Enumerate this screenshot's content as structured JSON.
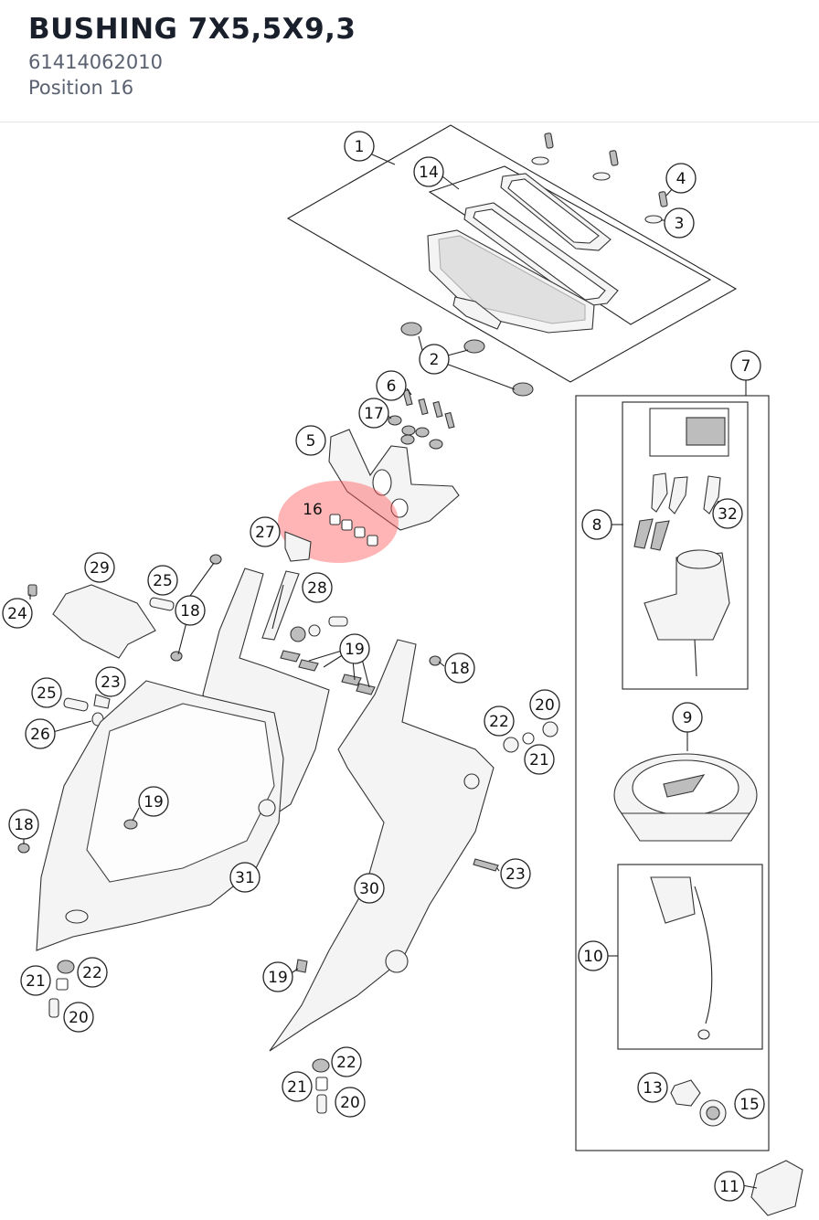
{
  "header": {
    "title": "BUSHING 7X5,5X9,3",
    "part_number": "61414062010",
    "position": "Position 16"
  },
  "highlight": {
    "label": "16",
    "color": "#ff5c5c"
  },
  "callouts": [
    {
      "id": "c1",
      "label": "1"
    },
    {
      "id": "c14",
      "label": "14"
    },
    {
      "id": "c4",
      "label": "4"
    },
    {
      "id": "c3",
      "label": "3"
    },
    {
      "id": "c2",
      "label": "2"
    },
    {
      "id": "c7",
      "label": "7"
    },
    {
      "id": "c6",
      "label": "6"
    },
    {
      "id": "c17",
      "label": "17"
    },
    {
      "id": "c5",
      "label": "5"
    },
    {
      "id": "c16",
      "label": "16"
    },
    {
      "id": "c27",
      "label": "27"
    },
    {
      "id": "c8",
      "label": "8"
    },
    {
      "id": "c32",
      "label": "32"
    },
    {
      "id": "c29",
      "label": "29"
    },
    {
      "id": "c25a",
      "label": "25"
    },
    {
      "id": "c28",
      "label": "28"
    },
    {
      "id": "c24",
      "label": "24"
    },
    {
      "id": "c18a",
      "label": "18"
    },
    {
      "id": "c19a",
      "label": "19"
    },
    {
      "id": "c18b",
      "label": "18"
    },
    {
      "id": "c23a",
      "label": "23"
    },
    {
      "id": "c25b",
      "label": "25"
    },
    {
      "id": "c26",
      "label": "26"
    },
    {
      "id": "c20a",
      "label": "20"
    },
    {
      "id": "c22a",
      "label": "22"
    },
    {
      "id": "c21a",
      "label": "21"
    },
    {
      "id": "c9",
      "label": "9"
    },
    {
      "id": "c19b",
      "label": "19"
    },
    {
      "id": "c18c",
      "label": "18"
    },
    {
      "id": "c23b",
      "label": "23"
    },
    {
      "id": "c31",
      "label": "31"
    },
    {
      "id": "c30",
      "label": "30"
    },
    {
      "id": "c10",
      "label": "10"
    },
    {
      "id": "c22b",
      "label": "22"
    },
    {
      "id": "c21b",
      "label": "21"
    },
    {
      "id": "c19c",
      "label": "19"
    },
    {
      "id": "c20b",
      "label": "20"
    },
    {
      "id": "c22c",
      "label": "22"
    },
    {
      "id": "c13",
      "label": "13"
    },
    {
      "id": "c15",
      "label": "15"
    },
    {
      "id": "c21c",
      "label": "21"
    },
    {
      "id": "c20c",
      "label": "20"
    },
    {
      "id": "c11",
      "label": "11"
    }
  ]
}
